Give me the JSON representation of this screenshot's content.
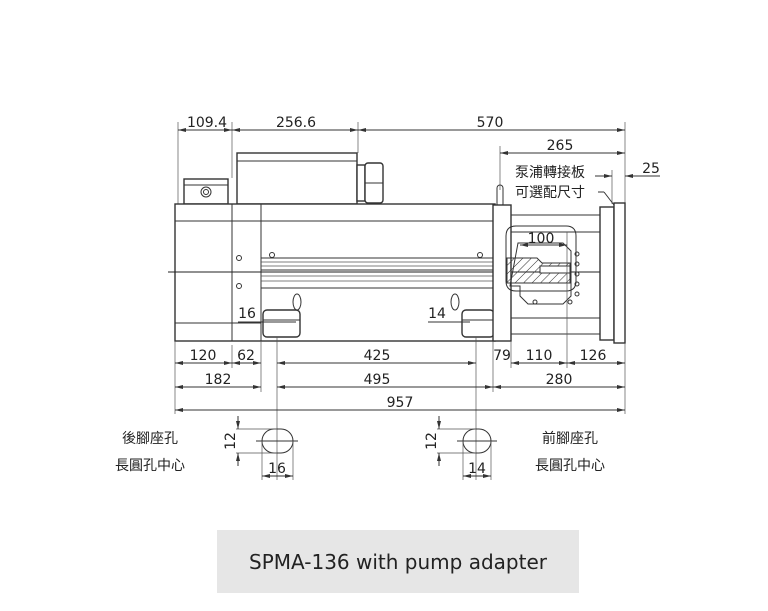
{
  "drawing": {
    "top_dims": {
      "d1": "109.4",
      "d2": "256.6",
      "d3": "570",
      "d4": "265",
      "d5": "25",
      "d6": "100"
    },
    "adapter_note": {
      "line1": "泵浦轉接板",
      "line2": "可選配尺寸"
    },
    "foot_dims": {
      "left": "16",
      "right": "14"
    },
    "bottom_row1": [
      "120",
      "62",
      "425",
      "79",
      "110",
      "126"
    ],
    "bottom_row2": [
      "182",
      "495",
      "280"
    ],
    "bottom_row3": "957",
    "slot_left": {
      "height": "12",
      "width": "16",
      "label1": "後腳座孔",
      "label2": "長圓孔中心"
    },
    "slot_right": {
      "height": "12",
      "width": "14",
      "label1": "前腳座孔",
      "label2": "長圓孔中心"
    }
  },
  "caption": "SPMA-136 with pump adapter"
}
